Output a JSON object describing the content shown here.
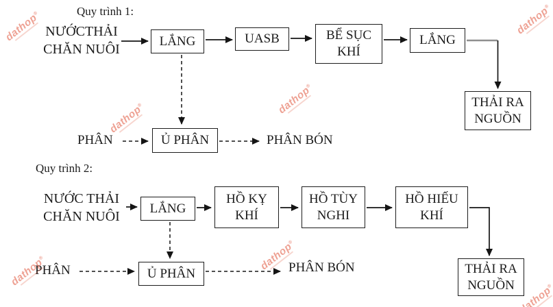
{
  "process1": {
    "title": "Quy trình 1:",
    "source": {
      "line1": "NƯỚCTHẢI",
      "line2": "CHĂN NUÔI"
    },
    "boxes": [
      {
        "line1": "LẮNG"
      },
      {
        "line1": "UASB"
      },
      {
        "line1": "BỂ SỤC",
        "line2": "KHÍ"
      },
      {
        "line1": "LẮNG"
      },
      {
        "line1": "THẢI RA",
        "line2": "NGUỒN"
      },
      {
        "line1": "Ủ PHÂN"
      }
    ],
    "labels": {
      "manure": "PHÂN",
      "fertilizer": "PHÂN BÓN"
    }
  },
  "process2": {
    "title": "Quy trình 2:",
    "source": {
      "line1": "NƯỚC THẢI",
      "line2": "CHĂN NUÔI"
    },
    "boxes": [
      {
        "line1": "LẮNG"
      },
      {
        "line1": "HỒ KỴ",
        "line2": "KHÍ"
      },
      {
        "line1": "HỒ TÙY",
        "line2": "NGHI"
      },
      {
        "line1": "HỒ HIẾU",
        "line2": "KHÍ"
      },
      {
        "line1": "THẢI RA",
        "line2": "NGUỒN"
      },
      {
        "line1": "Ủ PHÂN"
      }
    ],
    "labels": {
      "manure": "PHÂN",
      "fertilizer": "PHÂN BÓN"
    }
  },
  "watermark": {
    "text": "dathop",
    "reg": "®",
    "color": "#e0543a"
  },
  "colors": {
    "line": "#151515",
    "gray_connector": "#8f8f8f",
    "background": "#ffffff"
  }
}
